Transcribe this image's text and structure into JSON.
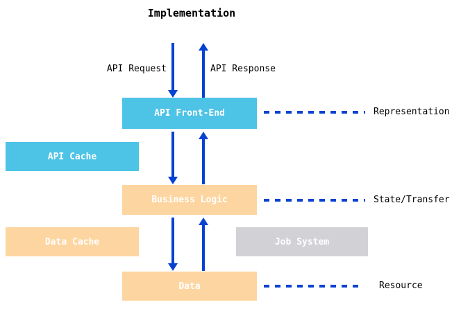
{
  "title": "Implementation",
  "flow_labels": {
    "request": "API Request",
    "response": "API Response"
  },
  "boxes": {
    "api_front_end": {
      "label": "API Front-End"
    },
    "api_cache": {
      "label": "API Cache"
    },
    "business_logic": {
      "label": "Business Logic"
    },
    "data_cache": {
      "label": "Data Cache"
    },
    "job_system": {
      "label": "Job System"
    },
    "data": {
      "label": "Data"
    }
  },
  "layer_labels": {
    "representation": "Representation",
    "state_transfer": "State/Transfer",
    "resource": "Resource"
  },
  "colors": {
    "cyan_box": "#4dc3e6",
    "orange_box": "#fdd5a0",
    "gray_box": "#d2d2d6",
    "arrow_blue": "#0642d2",
    "box_text": "#ffffff",
    "label_text": "#000000",
    "background": "#ffffff"
  }
}
